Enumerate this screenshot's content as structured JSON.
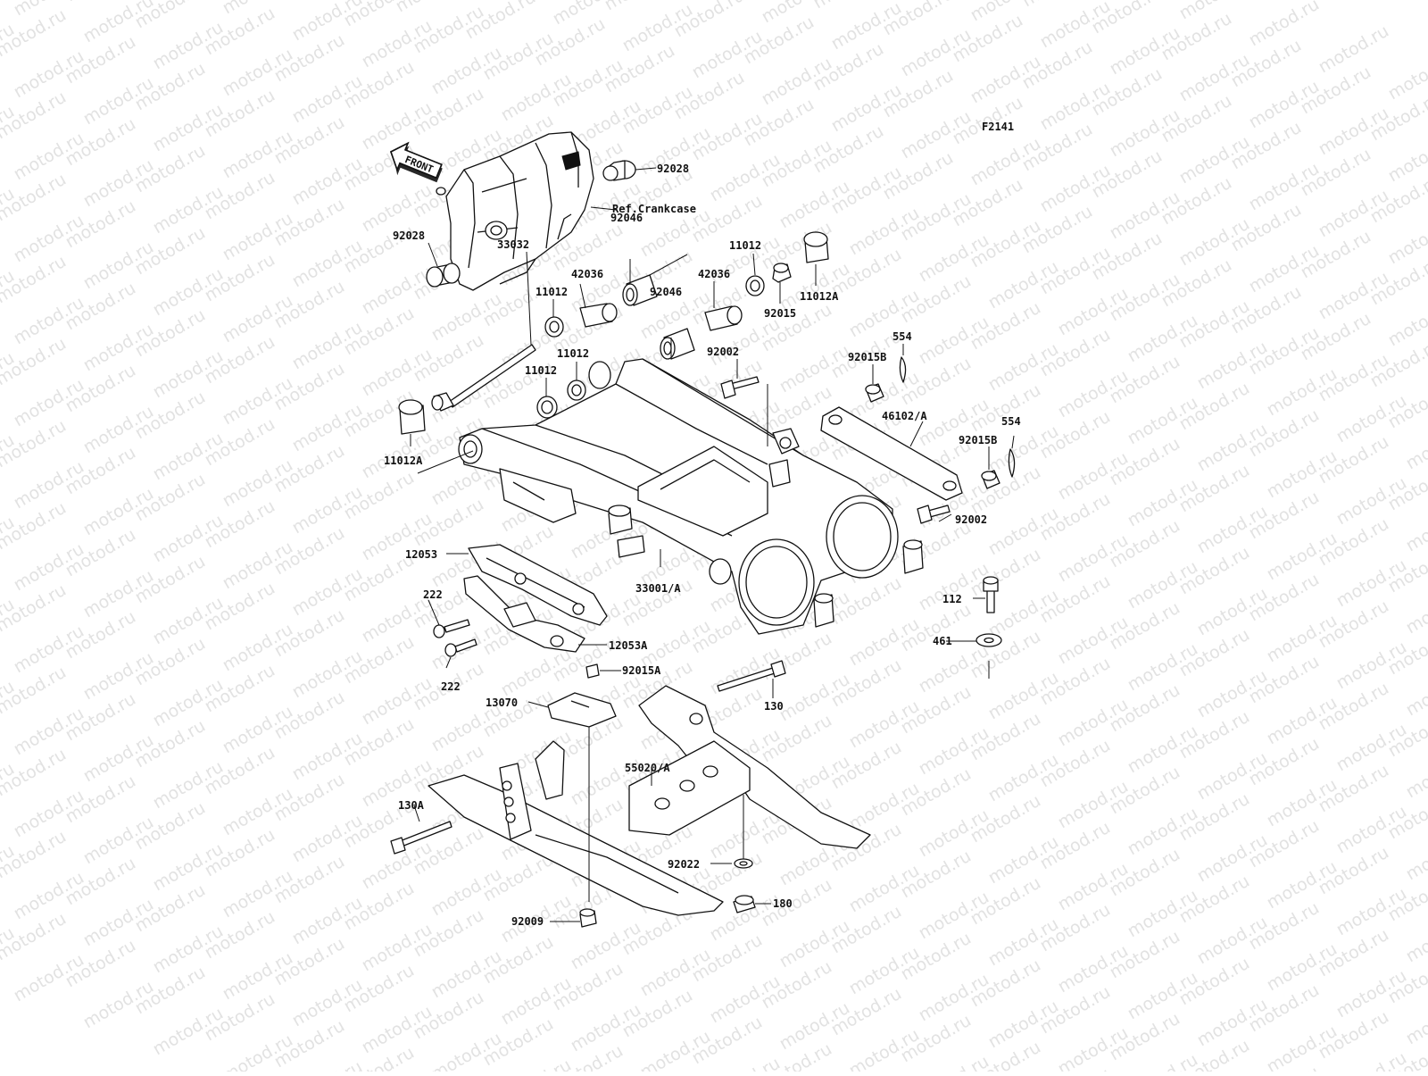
{
  "figure_code": "F2141",
  "watermark": "motod.ru",
  "front_arrow_label": "FRONT",
  "labels": {
    "l92028a": "92028",
    "refCrankcase": "Ref.Crankcase",
    "l92028b": "92028",
    "l92046a": "92046",
    "l11012a": "11012",
    "l11012A_top": "11012A",
    "l42036a": "42036",
    "l42036b": "42036",
    "l92015": "92015",
    "l11012b": "11012",
    "l92046b": "92046",
    "l33032": "33032",
    "l11012c": "11012",
    "l11012d": "11012",
    "l92002a": "92002",
    "l554a": "554",
    "l92015Ba": "92015B",
    "l46102": "46102/A",
    "l554b": "554",
    "l92015Bb": "92015B",
    "l11012A_left": "11012A",
    "l92002b": "92002",
    "l12053": "12053",
    "l33001": "33001/A",
    "l112": "112",
    "l222a": "222",
    "l461": "461",
    "l12053A": "12053A",
    "l222b": "222",
    "l92015A": "92015A",
    "l130": "130",
    "l13070": "13070",
    "l55020": "55020/A",
    "l130A": "130A",
    "l92022": "92022",
    "l180": "180",
    "l92009": "92009"
  }
}
